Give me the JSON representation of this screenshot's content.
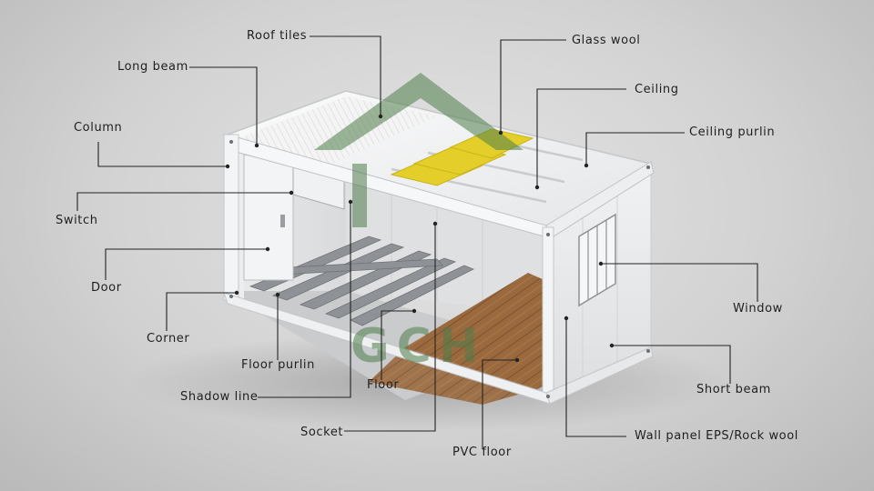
{
  "labels": {
    "roof_tiles": "Roof tiles",
    "long_beam": "Long beam",
    "column": "Column",
    "switch": "Switch",
    "door": "Door",
    "corner": "Corner",
    "floor_purlin": "Floor purlin",
    "shadow_line": "Shadow line",
    "socket": "Socket",
    "floor": "Floor",
    "pvc_floor": "PVC floor",
    "glass_wool": "Glass wool",
    "ceiling": "Ceiling",
    "ceiling_purlin": "Ceiling purlin",
    "window": "Window",
    "short_beam": "Short beam",
    "wall_panel": "Wall panel EPS/Rock wool"
  },
  "watermark": {
    "text": "GCH"
  },
  "colors": {
    "background": "#d6d6d6",
    "frame": "#f2f3f4",
    "wall": "#e6e8ea",
    "glass_wool": "#e2cf2c",
    "pvc_floor": "#9a6a3e",
    "watermark": "#4f7d4a",
    "leader_line": "#222222"
  }
}
